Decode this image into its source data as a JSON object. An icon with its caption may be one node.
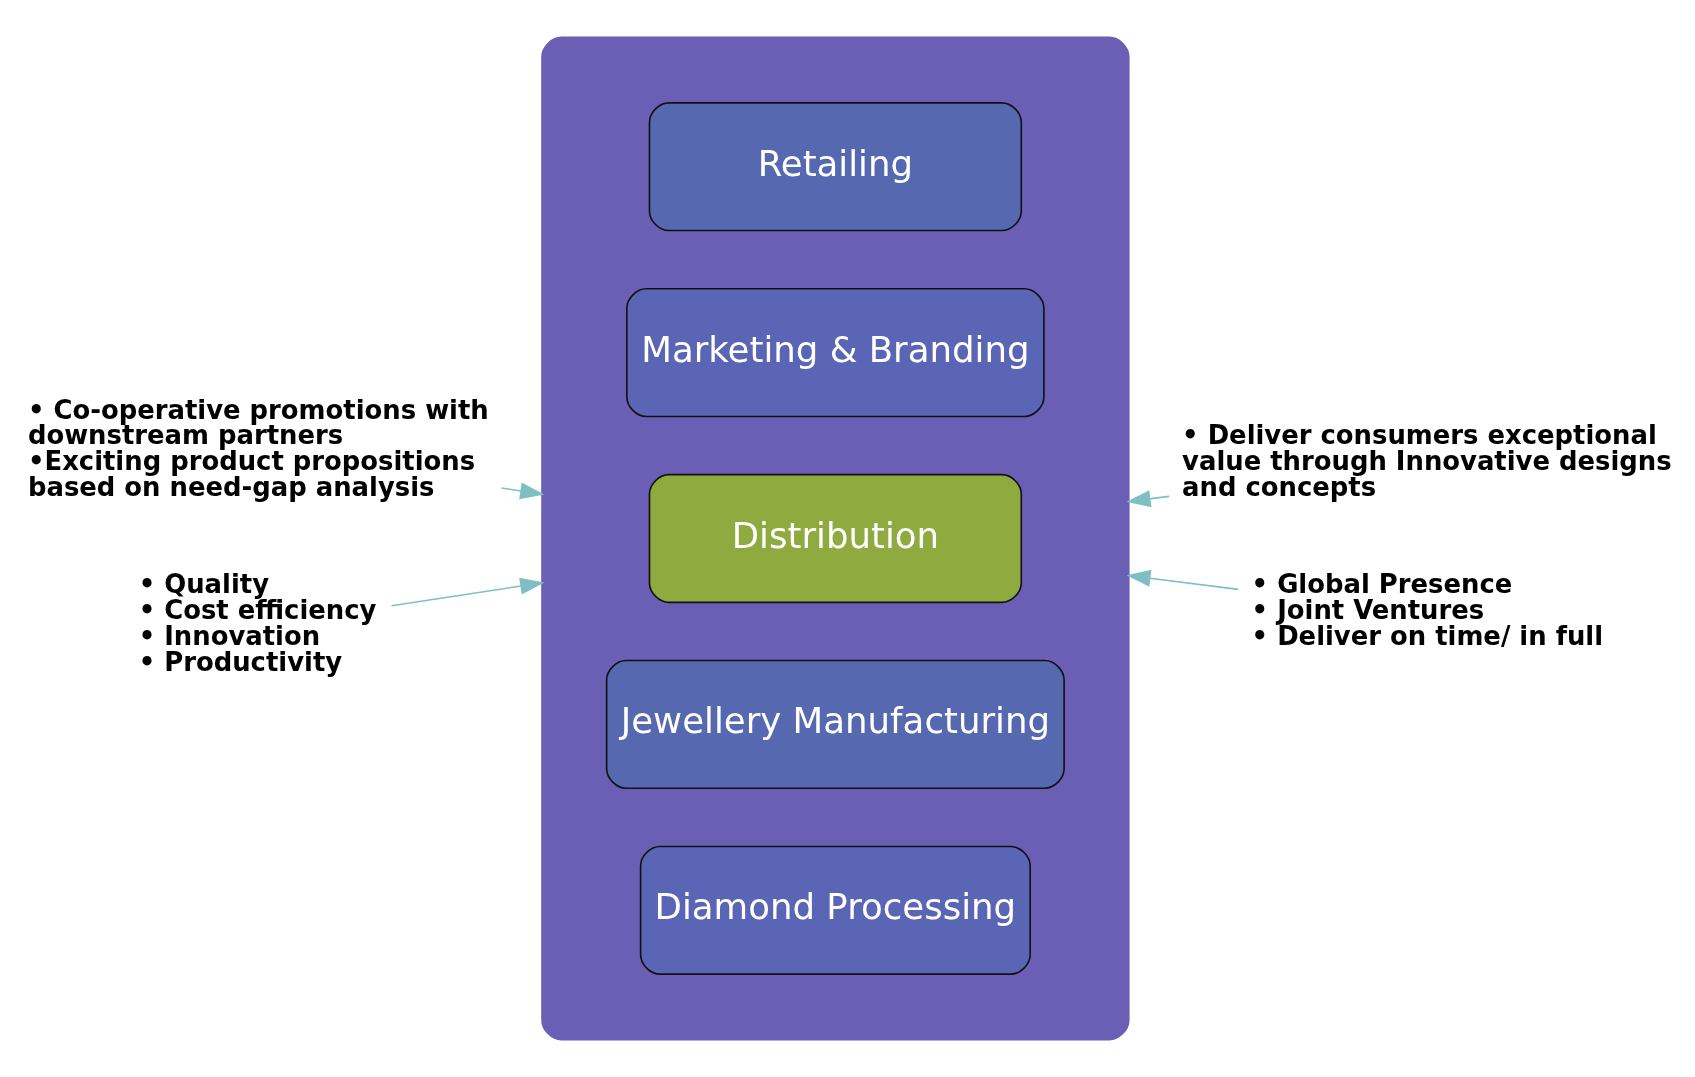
{
  "diagram": {
    "nodes": [
      {
        "text": [],
        "shape": "ellipse"
      },
      {
        "text": [
          "Retailing"
        ],
        "in": 0
      },
      {
        "text": [
          "Marketing & Branding"
        ],
        "in": 0
      },
      {
        "text": [
          "Distribution"
        ],
        "in": 0
      },
      {
        "text": [
          "Jewellery Manufacturing"
        ],
        "in": 0
      },
      {
        "text": [
          "Diamond Processing"
        ],
        "in": 0
      },
      {
        "text": [
          "• Deliver consumers exceptional value through Innovative designs and concepts"
        ]
      },
      {
        "text": [
          "• Co-operative promotions with downstream partners",
          "•Exciting product propositions based on need-gap analysis"
        ]
      },
      {
        "text": [
          "• Global Presence",
          "• Joint Ventures",
          "• Deliver on time/ in full"
        ]
      },
      {
        "text": [
          "• Quality",
          "• Cost efficiency",
          "• Innovation",
          "• Productivity"
        ]
      }
    ],
    "edges": [
      {
        "from": 6,
        "to": 0,
        "arrow": "to"
      },
      {
        "from": 7,
        "to": 0,
        "arrow": "to"
      },
      {
        "from": 8,
        "to": 0,
        "arrow": "to"
      },
      {
        "from": 9,
        "to": 0,
        "arrow": "to"
      }
    ]
  }
}
